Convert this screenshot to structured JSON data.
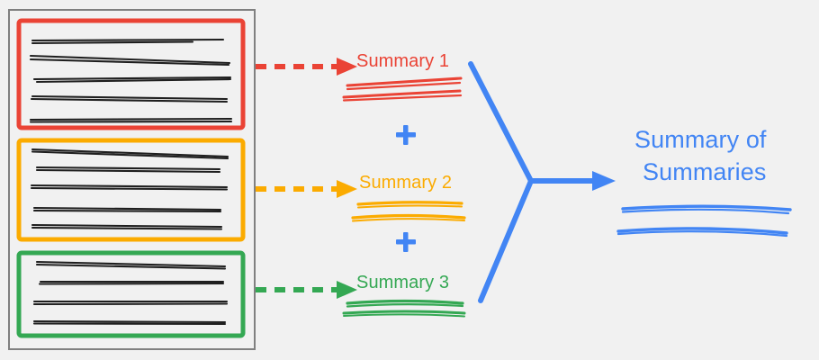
{
  "diagram": {
    "title": "Hierarchical summarization (map-reduce) flow",
    "background_color": "#f1f1f1",
    "document_panel": {
      "name": "source-document",
      "border_color": "#808080",
      "chunks": [
        {
          "id": "chunk-1",
          "color": "#ea4335",
          "color_name": "red",
          "text_line_count": 5
        },
        {
          "id": "chunk-2",
          "color": "#fbab00",
          "color_name": "yellow",
          "text_line_count": 5
        },
        {
          "id": "chunk-3",
          "color": "#34a853",
          "color_name": "green",
          "text_line_count": 4
        }
      ]
    },
    "summaries": [
      {
        "id": "summary-1",
        "label": "Summary 1",
        "color": "#ea4335",
        "arrow": "dashed-arrow-red",
        "squiggle_line_count": 2
      },
      {
        "id": "summary-2",
        "label": "Summary 2",
        "color": "#fbab00",
        "arrow": "dashed-arrow-yellow",
        "squiggle_line_count": 2
      },
      {
        "id": "summary-3",
        "label": "Summary 3",
        "color": "#34a853",
        "arrow": "dashed-arrow-green",
        "squiggle_line_count": 2
      }
    ],
    "operators": [
      {
        "id": "plus-1",
        "glyph": "+",
        "color": "#4285f4"
      },
      {
        "id": "plus-2",
        "glyph": "+",
        "color": "#4285f4"
      }
    ],
    "merge": {
      "color": "#4285f4",
      "arrow": "merge-arrow-blue"
    },
    "final": {
      "line1": "Summary of",
      "line2": "Summaries",
      "color": "#4285f4",
      "squiggle_line_count": 2
    }
  }
}
